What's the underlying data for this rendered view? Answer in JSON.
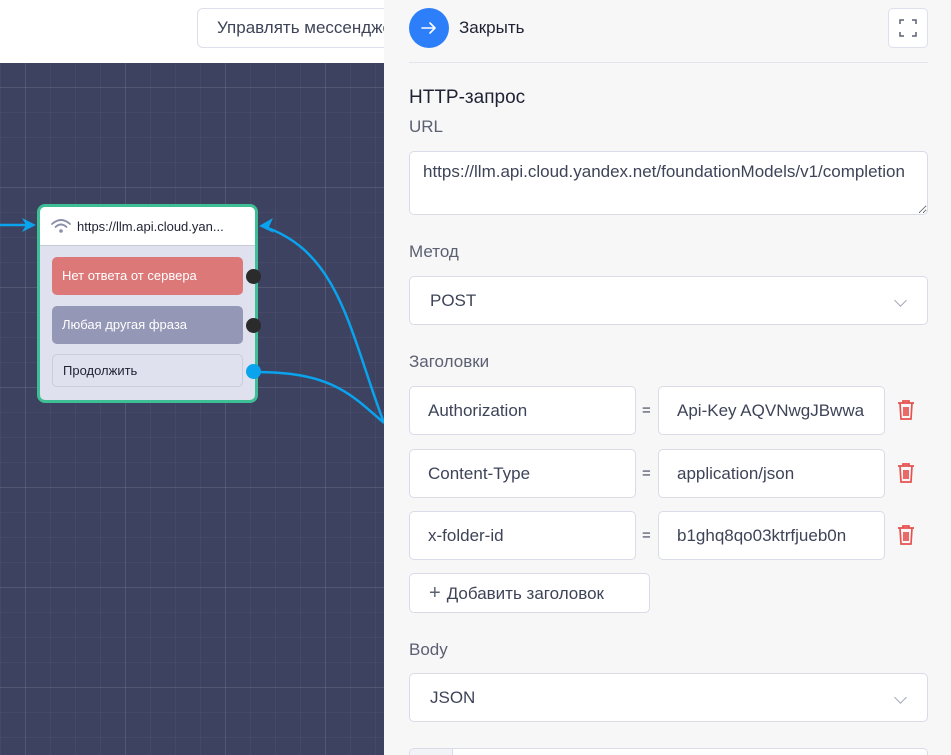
{
  "topbar": {
    "manage_button_label": "Управлять мессенджерами"
  },
  "canvas": {
    "node": {
      "icon": "wifi-icon",
      "title": "https://llm.api.cloud.yan...",
      "border_color": "#3dbe94",
      "outputs": [
        {
          "label": "Нет ответа от сервера",
          "color": "#dd7878",
          "connected": false
        },
        {
          "label": "Любая другая фраза",
          "color": "#9497b6",
          "connected": false
        },
        {
          "label": "Продолжить",
          "color": "#dfe1ee",
          "connected": true
        }
      ]
    },
    "wire_color": "#0aa3ee"
  },
  "panel": {
    "close_label": "Закрыть",
    "close_icon": "arrow-right-icon",
    "fullscreen_icon": "fullscreen-icon",
    "section_title": "HTTP-запрос",
    "url": {
      "label": "URL",
      "value": "https://llm.api.cloud.yandex.net/foundationModels/v1/completion"
    },
    "method": {
      "label": "Метод",
      "value": "POST"
    },
    "headers": {
      "label": "Заголовки",
      "separator": "=",
      "rows": [
        {
          "key": "Authorization",
          "value": "Api-Key AQVNwgJBwwa"
        },
        {
          "key": "Content-Type",
          "value": "application/json"
        },
        {
          "key": "x-folder-id",
          "value": "b1ghq8qo03ktrfjueb0n"
        }
      ],
      "add_label": "Добавить заголовок"
    },
    "body": {
      "label": "Body",
      "value": "JSON"
    },
    "accent_color": "#2d7ff9",
    "delete_color": "#e5524f"
  }
}
